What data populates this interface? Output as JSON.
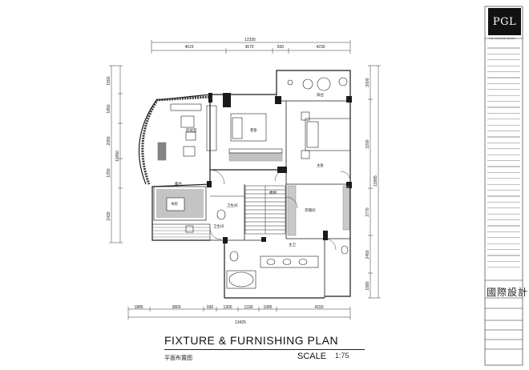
{
  "logo": {
    "text": "PGL"
  },
  "drawing": {
    "title": "FIXTURE & FURNISHING PLAN",
    "subtitle": "平面布置图",
    "scale_label": "SCALE",
    "scale_value": "1:75"
  },
  "titleblock": {
    "brand_text": "國際設計",
    "logo_sub": "PGL INTERIOR DESIGN"
  },
  "dims": {
    "top_total": "12335",
    "top": [
      "4615",
      "3670",
      "830",
      "4230"
    ],
    "bottom": [
      "1885",
      "3800",
      "930",
      "1300",
      "1330",
      "1085",
      "4150"
    ],
    "bottom_total": "13425",
    "left": [
      "1550",
      "1850",
      "2050",
      "1250",
      "2430"
    ],
    "left_total": "10050",
    "right": [
      "2000",
      "3200",
      "2770",
      "2450",
      "1580"
    ],
    "right_total": "11985"
  },
  "rooms": {
    "terrace": "露台",
    "living": "起居室",
    "master": "主卧",
    "bedroom": "客卧",
    "balcony": "阳台",
    "study": "书房",
    "closet": "衣帽间",
    "bath1": "卫生间",
    "bath2": "卫生间",
    "bath3": "主卫",
    "stair": "楼梯"
  },
  "colors": {
    "line": "#111111",
    "wall": "#1a1a1a",
    "logo_bg": "#111111"
  }
}
